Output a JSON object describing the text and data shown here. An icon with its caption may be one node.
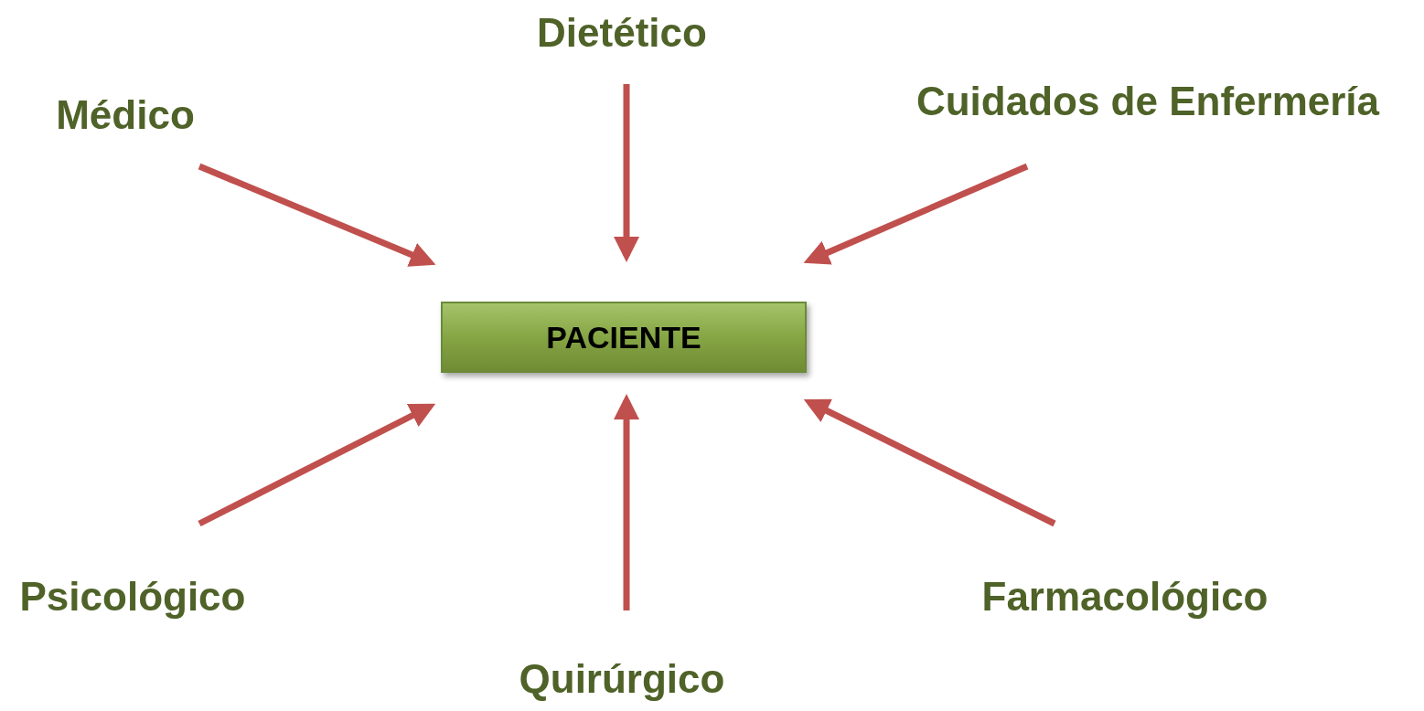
{
  "diagram": {
    "nodes": [
      {
        "text": [
          "Dietético"
        ]
      },
      {
        "text": [
          "Médico"
        ]
      },
      {
        "text": [
          "Cuidados de Enfermería"
        ]
      },
      {
        "text": [
          "PACIENTE"
        ]
      },
      {
        "text": [
          "Psicológico"
        ]
      },
      {
        "text": [
          "Farmacológico"
        ]
      },
      {
        "text": [
          "Quirúrgico"
        ]
      }
    ],
    "edges": [
      {
        "from": 1,
        "to": 3,
        "arrow": "to"
      },
      {
        "from": 0,
        "to": 3,
        "arrow": "to"
      },
      {
        "from": 2,
        "to": 3,
        "arrow": "to"
      },
      {
        "from": 4,
        "to": 3,
        "arrow": "to"
      },
      {
        "from": 6,
        "to": 3,
        "arrow": "to"
      },
      {
        "from": 5,
        "to": 3,
        "arrow": "to"
      }
    ]
  }
}
